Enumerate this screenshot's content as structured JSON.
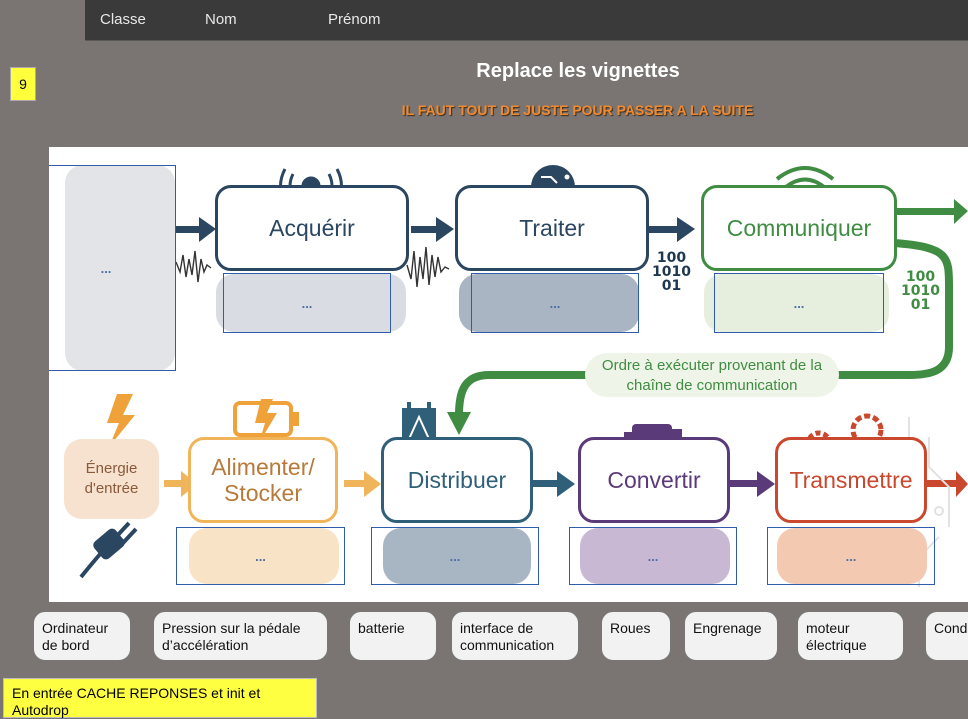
{
  "header": {
    "classe": "Classe",
    "nom": "Nom",
    "prenom": "Prénom"
  },
  "page_number": "9",
  "title": "Replace les vignettes",
  "subtitle": "IL FAUT TOUT DE JUSTE POUR PASSER A LA SUITE",
  "diagram": {
    "stages_top": [
      "Acquérir",
      "Traiter",
      "Communiquer"
    ],
    "stages_bottom": [
      "Alimenter/ Stocker",
      "Distribuer",
      "Convertir",
      "Transmettre"
    ],
    "energy_label": "Énergie d'entrée",
    "ordre_text": "Ordre à exécuter provenant de la chaîne de communication",
    "binary": "100\n1010\n01",
    "drop_placeholder": "...",
    "colors": {
      "info_chain": "#2b4660",
      "communication": "#3f8c42",
      "energy": "#f0b45a",
      "distribuer": "#2f5f79",
      "convertir": "#5b3a7a",
      "transmettre": "#c9482e"
    }
  },
  "tiles": [
    "Ordinateur de bord",
    "Pression sur la pédale\n d’accélération",
    "batterie",
    "interface de communication",
    "Roues",
    "Engrenage",
    "moteur\n électrique",
    "Cond"
  ],
  "note": "En entrée CACHE REPONSES et init et Autodrop"
}
